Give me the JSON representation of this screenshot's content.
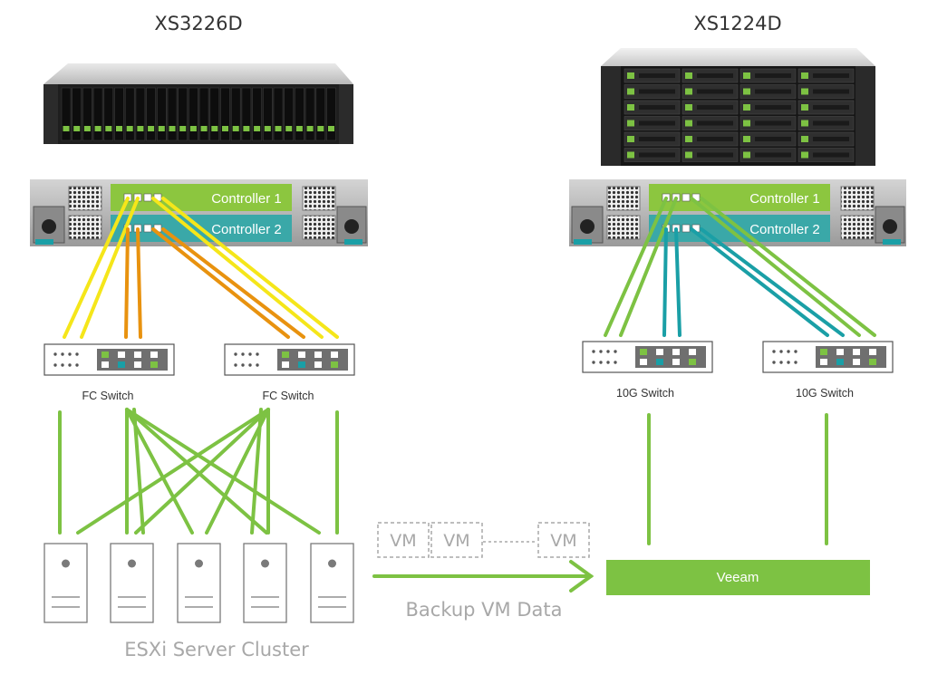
{
  "left_storage": {
    "model": "XS3226D",
    "controllers": [
      "Controller 1",
      "Controller 2"
    ]
  },
  "right_storage": {
    "model": "XS1224D",
    "controllers": [
      "Controller 1",
      "Controller 2"
    ]
  },
  "switches": {
    "fc_left": "FC Switch",
    "fc_right": "FC Switch",
    "tg_left": "10G Switch",
    "tg_right": "10G Switch"
  },
  "cluster_label": "ESXi Server Cluster",
  "vm_boxes": [
    "VM",
    "VM",
    "VM"
  ],
  "backup_label": "Backup VM Data",
  "veeam_label": "Veeam",
  "colors": {
    "fc_yellow": "#f5e61a",
    "fc_orange": "#e8920f",
    "ethernet_green": "#7dc243",
    "ethernet_teal": "#1a9fa6",
    "controller1_bg": "#8cc63f",
    "controller2_bg": "#3aa8a8",
    "veeam_bg": "#7dc243"
  }
}
